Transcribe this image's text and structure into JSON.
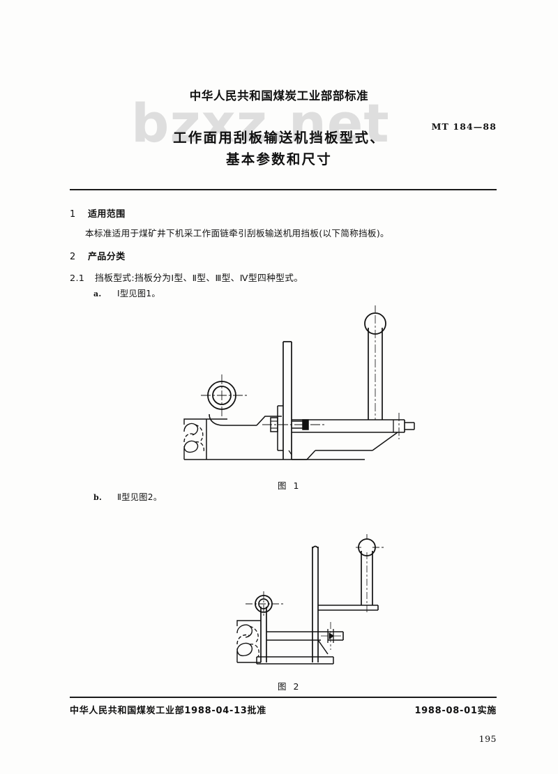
{
  "document": {
    "watermark": "bzxz.net",
    "organization_line": "中华人民共和国煤炭工业部部标准",
    "standard_number": "MT 184—88",
    "title_lines": [
      "工作面用刮板输送机挡板型式、",
      "基本参数和尺寸"
    ],
    "page_number": "195"
  },
  "sections": [
    {
      "number": "1",
      "heading": "适用范围",
      "paragraph": "本标准适用于煤矿井下机采工作面链牵引刮板输送机用挡板(以下简称挡板)。"
    },
    {
      "number": "2",
      "heading": "产品分类",
      "clause_number": "2.1",
      "clause_text": "挡板型式:挡板分为Ⅰ型、Ⅱ型、Ⅲ型、Ⅳ型四种型式。",
      "items": [
        {
          "letter": "a.",
          "text": "Ⅰ型见图1。"
        },
        {
          "letter": "b.",
          "text": "Ⅱ型见图2。"
        }
      ]
    }
  ],
  "figures": [
    {
      "id": "figure-1",
      "caption": "图  1",
      "description": "Ⅰ型挡板结构图"
    },
    {
      "id": "figure-2",
      "caption": "图  2",
      "description": "Ⅱ型挡板结构图"
    }
  ],
  "footer": {
    "approval": "中华人民共和国煤炭工业部1988-04-13批准",
    "implementation": "1988-08-01实施"
  },
  "colors": {
    "ink": "#111111",
    "paper": "#fdfdfc",
    "watermark": "#d9d9d9"
  }
}
